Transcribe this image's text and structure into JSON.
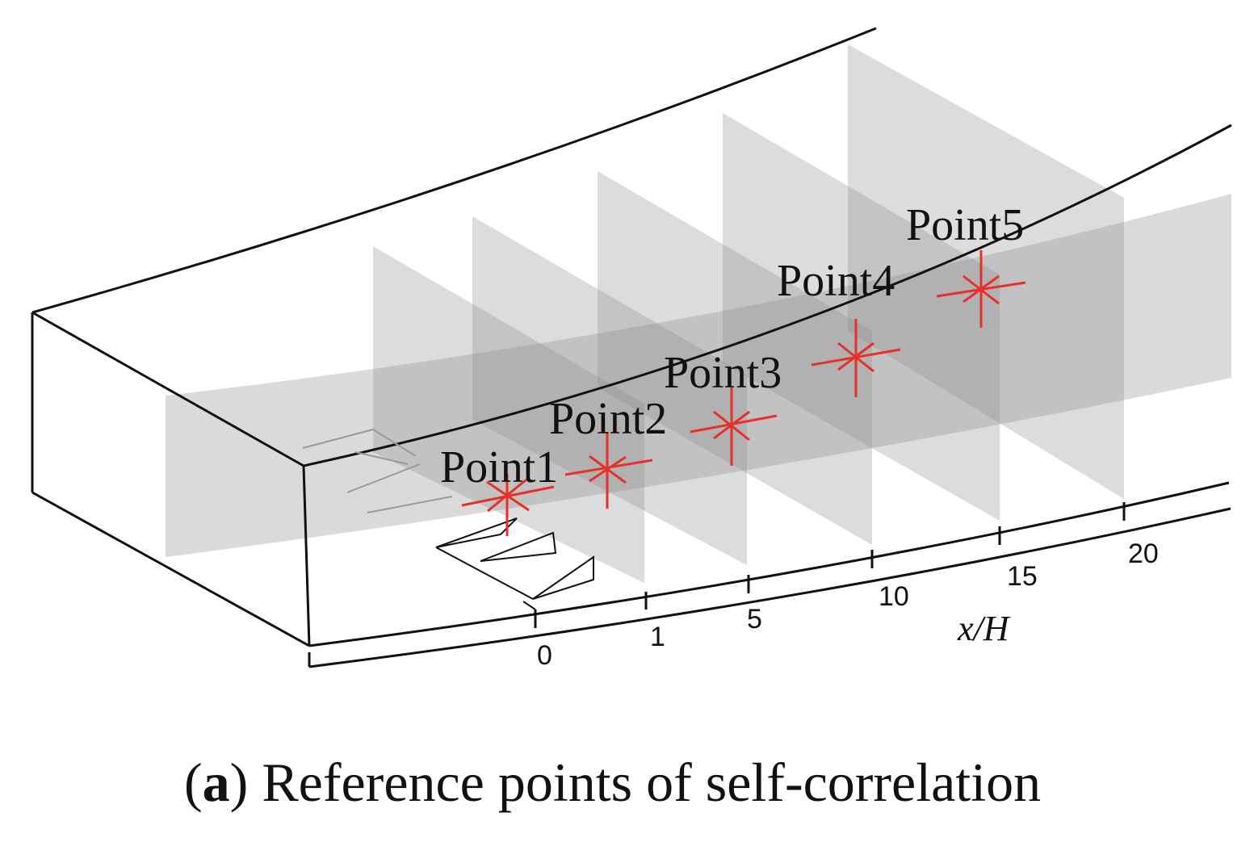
{
  "figure": {
    "points": [
      {
        "label": "Point1"
      },
      {
        "label": "Point2"
      },
      {
        "label": "Point3"
      },
      {
        "label": "Point4"
      },
      {
        "label": "Point5"
      }
    ],
    "axis": {
      "title": "x/H",
      "ticks": [
        "0",
        "1",
        "5",
        "10",
        "15",
        "20"
      ]
    },
    "colors": {
      "plane": "#8c8c8c",
      "marker": "#e8302a",
      "outline": "#111111"
    }
  },
  "caption": {
    "open": "(",
    "letter": "a",
    "close": ")",
    "text": " Reference points of self-correlation"
  }
}
